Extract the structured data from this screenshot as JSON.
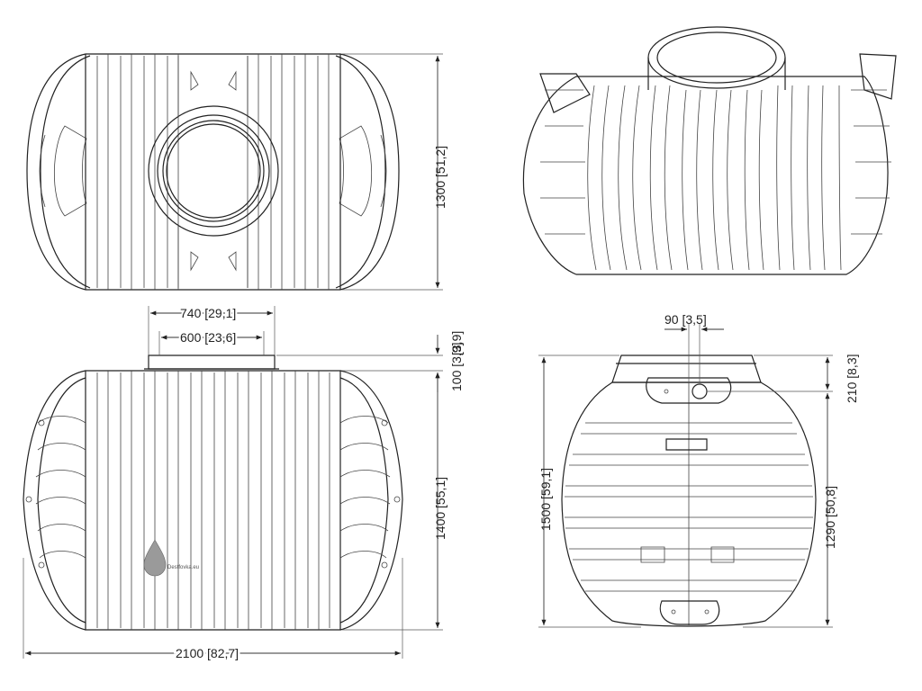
{
  "dimensions": {
    "top_view_height": "1300 [51,2]",
    "opening_outer": "740 [29,1]",
    "opening_inner": "600 [23,6]",
    "neck_height": "100 [3,9]",
    "collar_offset": "3,9",
    "body_height_side": "1400 [55,1]",
    "total_length": "2100 [82,7]",
    "port_offset": "90 [3,5]",
    "total_height_end": "1500 [59,1]",
    "port_height_from_top": "210 [8,3]",
    "inlet_height": "1290 [50,8]"
  },
  "watermark": "Destfovka.eu"
}
